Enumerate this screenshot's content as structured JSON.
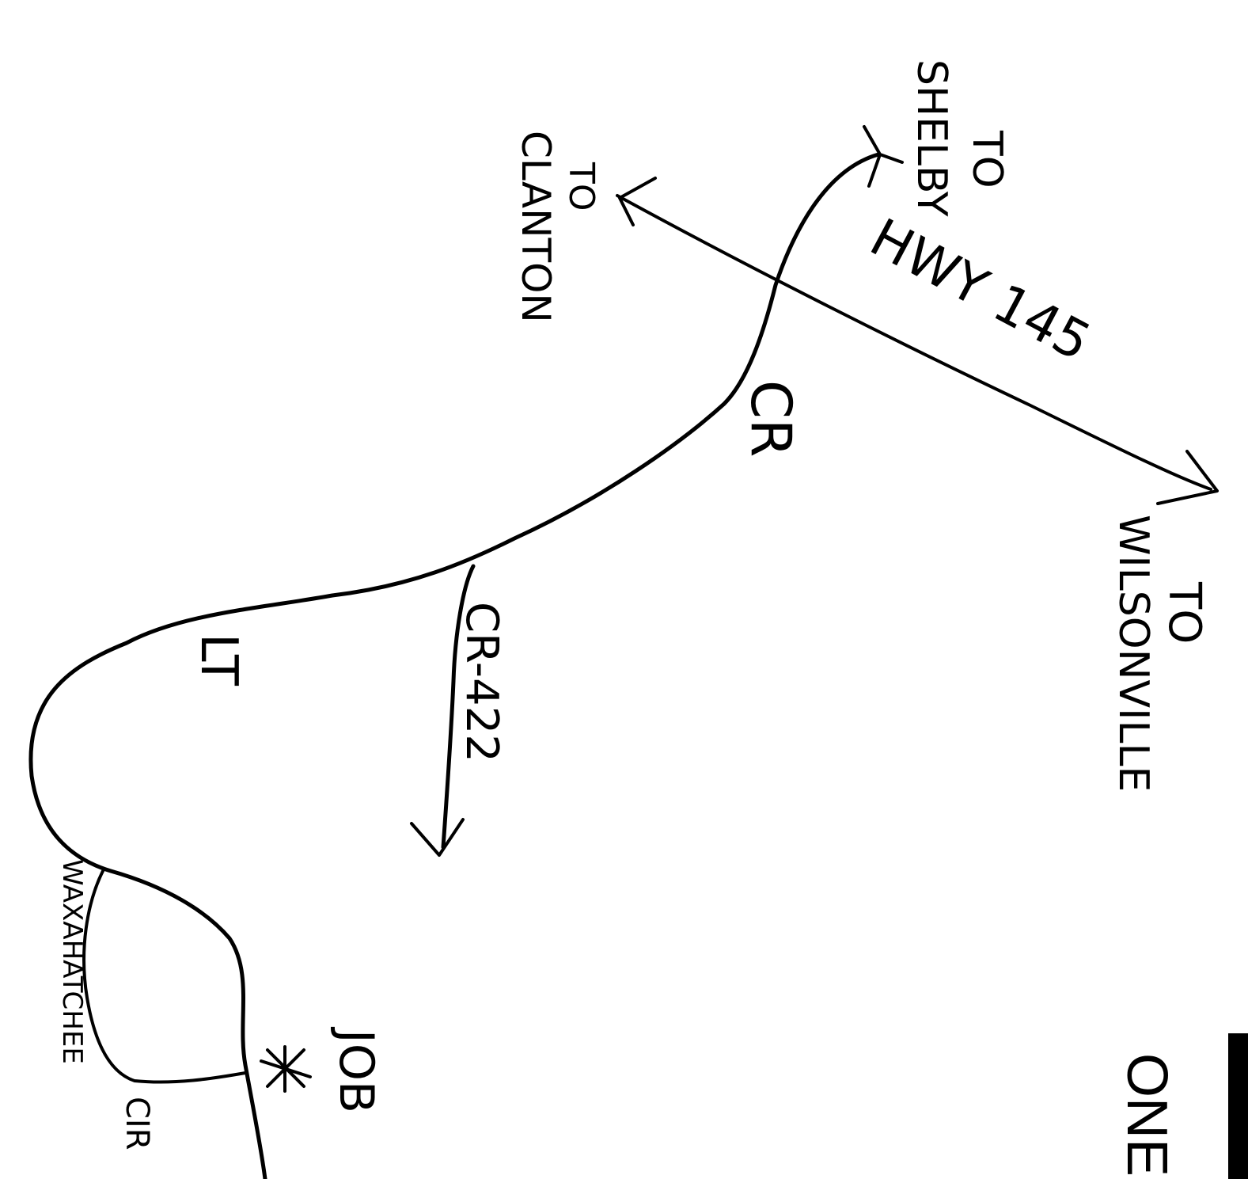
{
  "labels": {
    "to_shelby": [
      "TO",
      "SHELBY"
    ],
    "to_clanton": [
      "TO",
      "CLANTON"
    ],
    "to_wilsonville": [
      "TO",
      "WILSONVILLE"
    ],
    "hwy_145": "HWY 145",
    "cr": "CR",
    "cr_422": "CR-422",
    "lt": "LT",
    "waxahatchee": "WAXAHATCHEE",
    "cir": "CIR",
    "job": "JOB",
    "edge_text": "ONE"
  },
  "colors": {
    "ink": "#000000",
    "paper": "#ffffff"
  },
  "icons": {
    "job_marker": "asterisk-icon"
  }
}
